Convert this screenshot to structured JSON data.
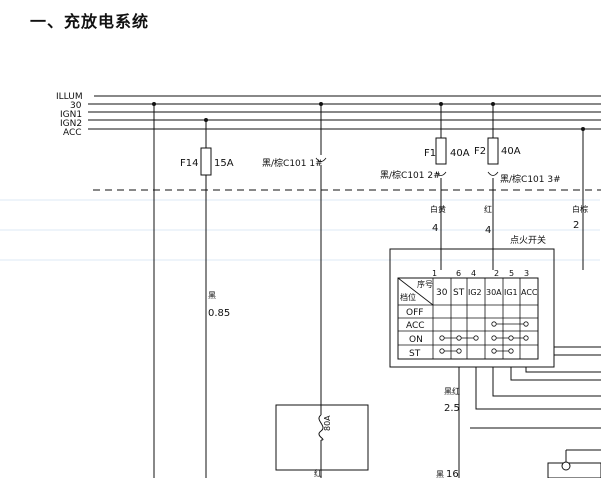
{
  "title": "一、充放电系统",
  "buses": [
    "ILLUM",
    "30",
    "IGN1",
    "IGN2",
    "ACC"
  ],
  "fuses": {
    "f14": {
      "id": "F14",
      "rating": "15A"
    },
    "f1": {
      "id": "F1",
      "rating": "40A"
    },
    "f2": {
      "id": "F2",
      "rating": "40A"
    }
  },
  "connectors": {
    "c1": "黑/棕C101  1#",
    "c2": "黑/棕C101  2#",
    "c3": "黑/棕C101  3#"
  },
  "wires": {
    "w1": {
      "color": "白黄",
      "size": "4"
    },
    "w2": {
      "color": "红",
      "size": "4"
    },
    "w3": {
      "color": "白棕",
      "size": "2"
    },
    "w4": {
      "color": "黑",
      "size": "0.85"
    },
    "w5": {
      "color": "黑红",
      "size": "2.5"
    },
    "w6": {
      "color": "红",
      "size": ""
    },
    "w7": {
      "color": "黑",
      "size": "16"
    }
  },
  "ignition_switch": {
    "title": "点火开关",
    "header_seq": "序号",
    "header_pos": "档位",
    "pins": [
      "1",
      "6",
      "4",
      "2",
      "5",
      "3"
    ],
    "terminals": [
      "30",
      "ST",
      "IG2",
      "30A",
      "IG1",
      "ACC"
    ],
    "positions": [
      "OFF",
      "ACC",
      "ON",
      "ST"
    ]
  },
  "fusible_link": "80A"
}
